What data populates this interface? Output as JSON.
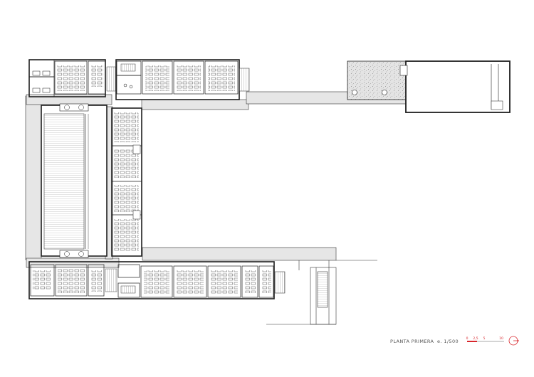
{
  "drawing": {
    "title": "PLANTA PRIMERA",
    "scale": "e. 1/500",
    "scalebar_labels": [
      "0",
      "2,5",
      "5",
      "10"
    ]
  },
  "colors": {
    "ink": "#2b2b2b",
    "wall": "#1e1e1e",
    "corridor_fill": "#e6e6e6",
    "roof_fill": "#dcdcdc",
    "accent": "#d8262c"
  },
  "icons": {
    "north_arrow": "north-arrow-icon"
  }
}
